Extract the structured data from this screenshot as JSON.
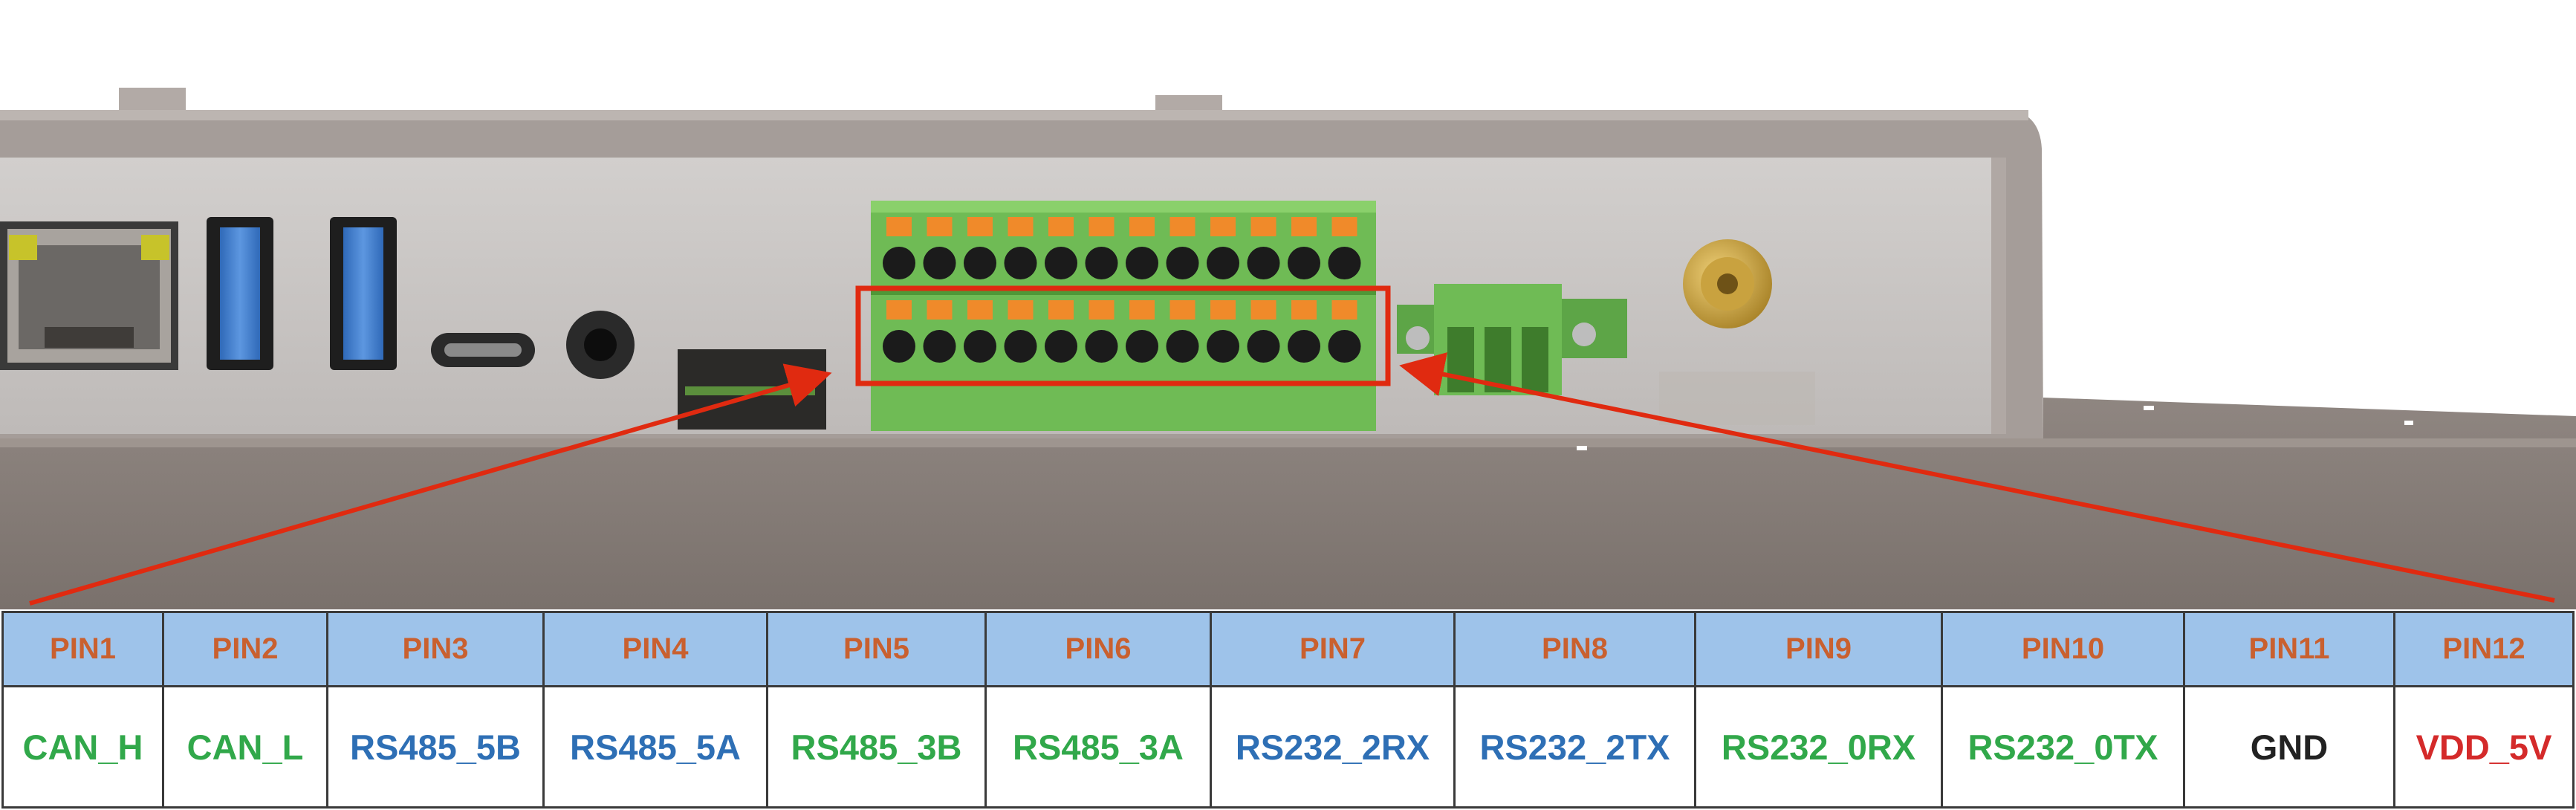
{
  "colors": {
    "pin_header_text": "#c9602f",
    "pin_header_bg": "#9ec3ea",
    "can_signal": "#31a84a",
    "rs485_5_signal": "#2e6fb5",
    "rs485_3_signal": "#31a84a",
    "rs232_2_signal": "#2e6fb5",
    "rs232_0_signal": "#31a84a",
    "gnd_signal": "#222222",
    "vdd_signal": "#d42a2a",
    "highlight_box": "#e02a10"
  },
  "pinout": [
    {
      "pin": "PIN1",
      "signal": "CAN_H",
      "signal_color": "#31a84a"
    },
    {
      "pin": "PIN2",
      "signal": "CAN_L",
      "signal_color": "#31a84a"
    },
    {
      "pin": "PIN3",
      "signal": "RS485_5B",
      "signal_color": "#2e6fb5"
    },
    {
      "pin": "PIN4",
      "signal": "RS485_5A",
      "signal_color": "#2e6fb5"
    },
    {
      "pin": "PIN5",
      "signal": "RS485_3B",
      "signal_color": "#31a84a"
    },
    {
      "pin": "PIN6",
      "signal": "RS485_3A",
      "signal_color": "#31a84a"
    },
    {
      "pin": "PIN7",
      "signal": "RS232_2RX",
      "signal_color": "#2e6fb5"
    },
    {
      "pin": "PIN8",
      "signal": "RS232_2TX",
      "signal_color": "#2e6fb5"
    },
    {
      "pin": "PIN9",
      "signal": "RS232_0RX",
      "signal_color": "#31a84a"
    },
    {
      "pin": "PIN10",
      "signal": "RS232_0TX",
      "signal_color": "#31a84a"
    },
    {
      "pin": "PIN11",
      "signal": "GND",
      "signal_color": "#222222"
    },
    {
      "pin": "PIN12",
      "signal": "VDD_5V",
      "signal_color": "#d42a2a"
    }
  ],
  "icons": [
    "rj45-ethernet-port-icon",
    "usb-a-port-icon",
    "usb-c-port-icon",
    "audio-jack-icon",
    "antenna-sma-connector-icon",
    "terminal-block-icon"
  ]
}
